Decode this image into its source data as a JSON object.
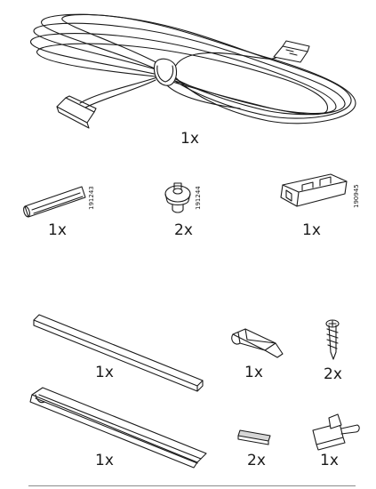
{
  "parts": {
    "cable": {
      "qty": "1x"
    },
    "dowel": {
      "qty": "1x",
      "code": "191243"
    },
    "cap": {
      "qty": "2x",
      "code": "191244"
    },
    "connector": {
      "qty": "1x",
      "code": "190945"
    },
    "strip_flat": {
      "qty": "1x"
    },
    "bit": {
      "qty": "1x"
    },
    "screw": {
      "qty": "2x"
    },
    "channel": {
      "qty": "1x"
    },
    "pad": {
      "qty": "2x"
    },
    "clip": {
      "qty": "1x"
    }
  }
}
